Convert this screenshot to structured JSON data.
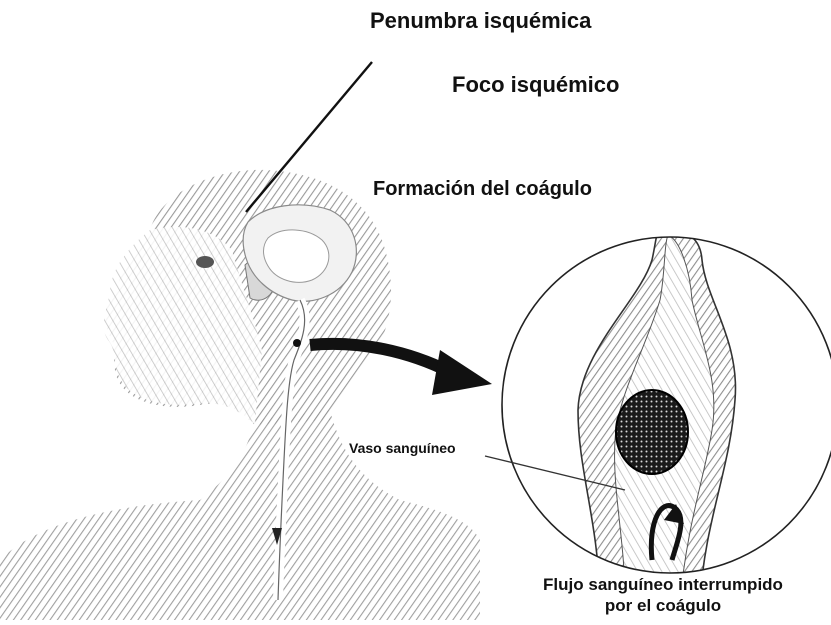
{
  "labels": {
    "penumbra": "Penumbra isquémica",
    "foco": "Foco isquémico",
    "formacion": "Formación del coágulo",
    "vaso": "Vaso sanguíneo",
    "flujo_line1": "Flujo sanguíneo interrumpido",
    "flujo_line2": "por el coágulo"
  },
  "colors": {
    "ink": "#111111",
    "shade": "#9a9a9a",
    "background": "#ffffff"
  }
}
